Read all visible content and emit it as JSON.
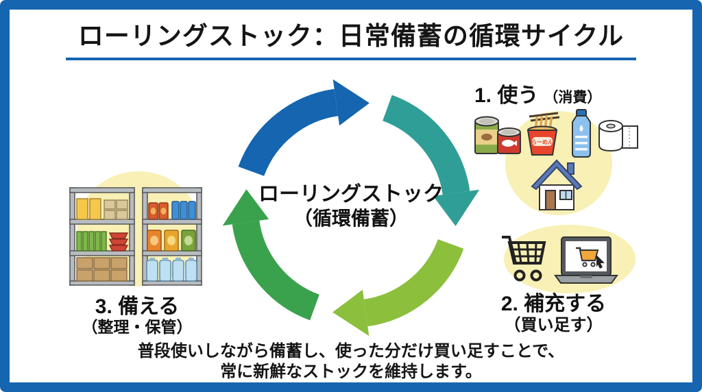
{
  "frame": {
    "border_color": "#1565b0",
    "underline_color": "#1565b0",
    "background": "#ffffff",
    "highlight_color": "#f8f0b4"
  },
  "title": "ローリングストック：日常備蓄の循環サイクル",
  "cycle": {
    "center_line1": "ローリングストック",
    "center_line2": "（循環備蓄）",
    "colors": {
      "blue": "#1565b0",
      "teal": "#2f9e96",
      "lime": "#8cbf3c",
      "green": "#3aa24d"
    }
  },
  "steps": [
    {
      "number_label": "1. 使う",
      "sub_label": "（消費）"
    },
    {
      "number_label": "2. 補充する",
      "sub_label": "（買い足す）"
    },
    {
      "number_label": "3. 備える",
      "sub_label": "（整理・保管）"
    }
  ],
  "icons": {
    "cup_noodle_label": "らーめん"
  },
  "footer": {
    "line1": "普段使いしながら備蓄し、使った分だけ買い足すことで、",
    "line2": "常に新鮮なストックを維持します。"
  }
}
